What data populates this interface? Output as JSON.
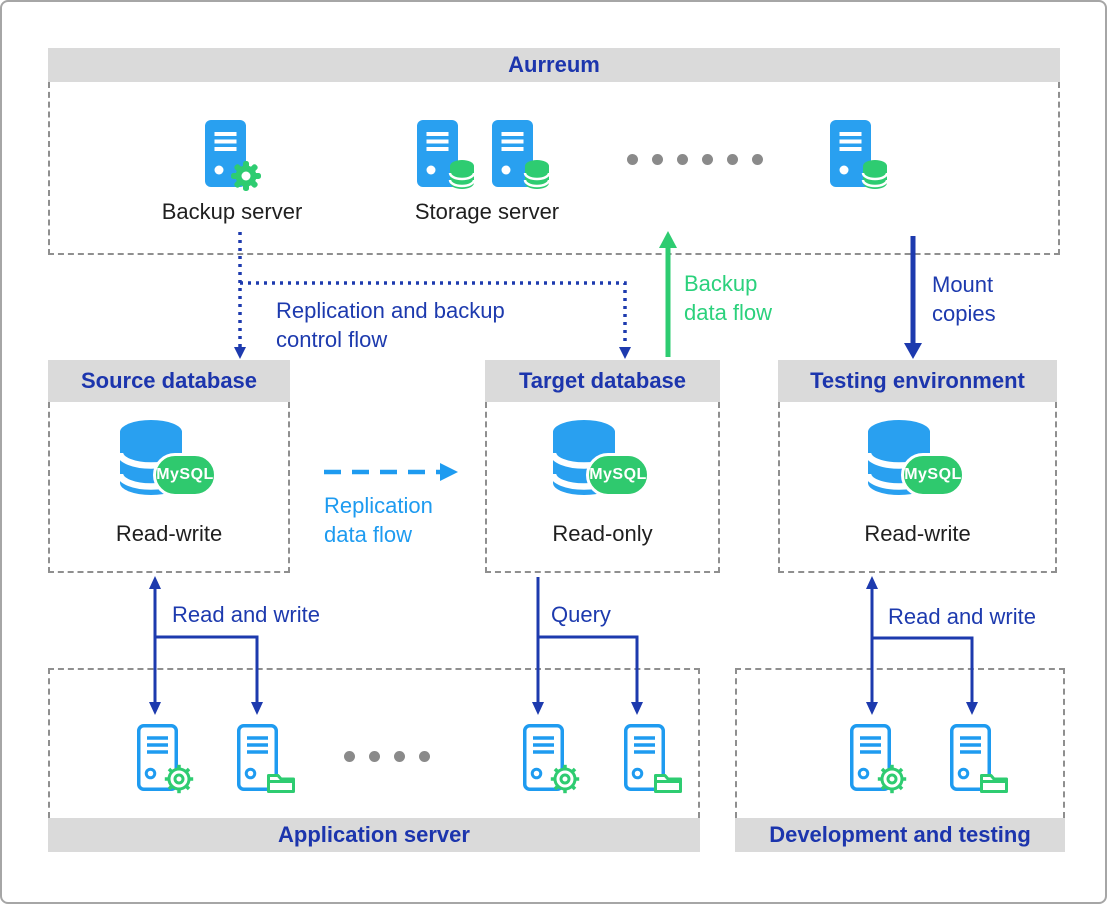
{
  "colors": {
    "accent_blue": "#1d3aae",
    "bright_blue": "#1e9bf0",
    "icon_blue": "#29a0f0",
    "green": "#2ecc71",
    "green_text": "#2bd17c",
    "badge_green": "#2fc96e",
    "header_bg": "#dadada",
    "dashed_border": "#8f8f8f",
    "dot_gray": "#8a8a8a",
    "text_black": "#1f1f1f"
  },
  "top_panel": {
    "title": "Aurreum",
    "backup_server_label": "Backup server",
    "storage_server_label": "Storage server",
    "ellipsis_dots": 6,
    "icons": [
      "server-gear-icon",
      "server-database-icon",
      "server-database-icon",
      "server-database-icon"
    ]
  },
  "middle_panels": {
    "source": {
      "title": "Source database",
      "badge": "MySQL",
      "mode": "Read-write"
    },
    "target": {
      "title": "Target database",
      "badge": "MySQL",
      "mode": "Read-only"
    },
    "testing": {
      "title": "Testing environment",
      "badge": "MySQL",
      "mode": "Read-write"
    }
  },
  "bottom_panels": {
    "application": {
      "title": "Application server",
      "ellipsis_dots": 4,
      "icons": [
        "server-gear-icon",
        "server-folder-icon",
        "server-gear-icon",
        "server-folder-icon"
      ]
    },
    "development": {
      "title": "Development and testing",
      "icons": [
        "server-gear-icon",
        "server-folder-icon"
      ]
    }
  },
  "flow_labels": {
    "control": {
      "line1": "Replication and backup",
      "line2": "control flow"
    },
    "backup": {
      "line1": "Backup",
      "line2": "data flow"
    },
    "mount": {
      "line1": "Mount",
      "line2": "copies"
    },
    "replication": {
      "line1": "Replication",
      "line2": "data flow"
    },
    "read_write_left": "Read and write",
    "query": "Query",
    "read_write_right": "Read and write"
  }
}
